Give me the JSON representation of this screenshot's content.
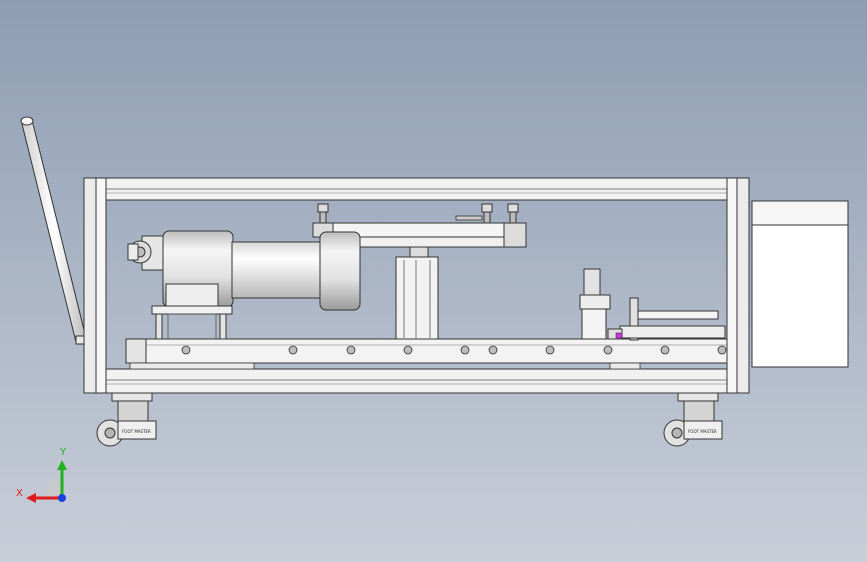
{
  "colors": {
    "frame": "#f2f2f2",
    "edge": "#333333",
    "motor": "#dcdcdc",
    "controlBox": "#ffffff",
    "axisX": "#e01b1b",
    "axisY": "#22b022",
    "axisZ": "#1b3fe0"
  },
  "casters": {
    "left_mark": "FOOT MASTER",
    "right_mark": "FOOT MASTER"
  },
  "triad": {
    "x_label": "X",
    "y_label": "Y"
  }
}
